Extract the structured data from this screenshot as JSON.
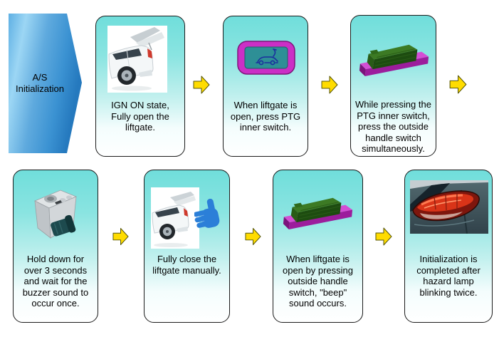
{
  "title": {
    "line1": "A/S",
    "line2": "Initialization"
  },
  "steps": [
    {
      "image": "car-liftgate-open",
      "caption_lines": [
        "IGN ON state,",
        "Fully open the",
        "liftgate."
      ]
    },
    {
      "image": "ptg-inner-switch-button",
      "caption_lines": [
        "When liftgate is",
        "open, press PTG",
        "inner switch."
      ]
    },
    {
      "image": "outside-handle-switch",
      "caption_lines": [
        "While pressing the",
        "PTG inner switch,",
        "press the outside",
        "handle switch",
        "simultaneously."
      ]
    },
    {
      "image": "buzzer-unit",
      "caption_lines": [
        "Hold down for",
        "over 3 seconds",
        "and wait for the",
        "buzzer sound to",
        "occur once."
      ]
    },
    {
      "image": "car-closing-with-hand",
      "caption_lines": [
        "Fully close the",
        "liftgate manually."
      ]
    },
    {
      "image": "outside-handle-switch",
      "caption_lines": [
        "When liftgate is",
        "open by pressing",
        "outside handle",
        "switch, \"beep\"",
        "sound occurs."
      ]
    },
    {
      "image": "hazard-tail-lamp",
      "caption_lines": [
        "Initialization is",
        "completed after",
        "hazard lamp",
        "blinking twice."
      ]
    }
  ],
  "colors": {
    "card_gradient_top": "#70DEDB",
    "flow_arrow_yellow": "#FFDC00",
    "title_arrow_blue_light": "#9CD6F4",
    "title_arrow_blue_dark": "#2579BE",
    "switch_bezel_magenta": "#CB2FC6",
    "switch_face_teal": "#2E8F96",
    "handle_switch_green": "#1D4C10",
    "handle_base_magenta": "#C13FC1",
    "tail_lamp_red": "#D93418"
  }
}
